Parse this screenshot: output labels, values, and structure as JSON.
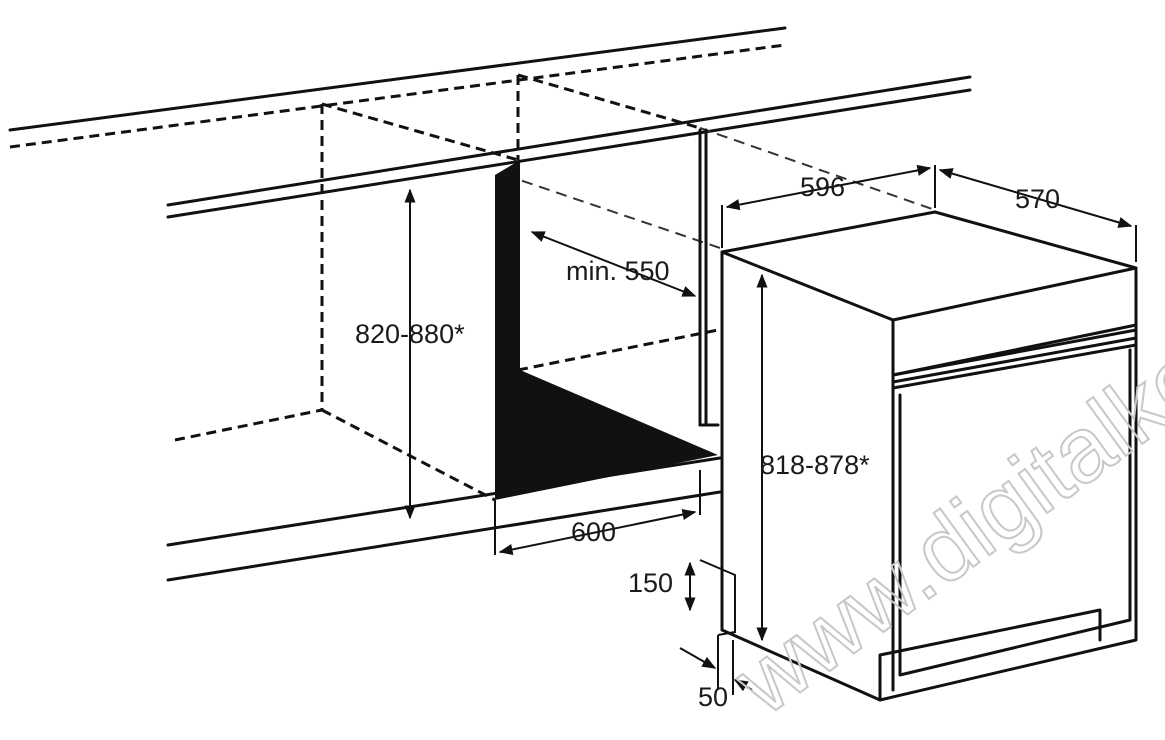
{
  "dimensions": {
    "niche_height": "820-880*",
    "niche_width": "600",
    "niche_depth": "min. 550",
    "appliance_width": "596",
    "appliance_depth": "570",
    "appliance_height": "818-878*",
    "plinth_height": "150",
    "plinth_depth": "50"
  },
  "watermark": "www.digitalko.hu"
}
